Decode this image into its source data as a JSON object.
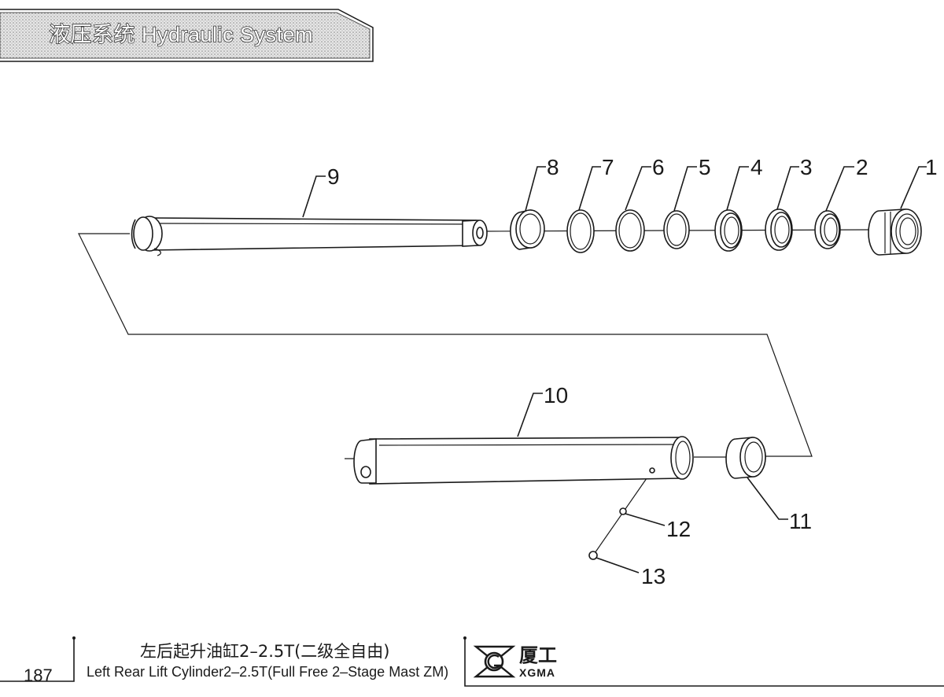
{
  "header": {
    "title": "液压系统  Hydraulic System"
  },
  "parts": [
    {
      "no": "1"
    },
    {
      "no": "2"
    },
    {
      "no": "3"
    },
    {
      "no": "4"
    },
    {
      "no": "5"
    },
    {
      "no": "6"
    },
    {
      "no": "7"
    },
    {
      "no": "8"
    },
    {
      "no": "9"
    },
    {
      "no": "10"
    },
    {
      "no": "11"
    },
    {
      "no": "12"
    },
    {
      "no": "13"
    }
  ],
  "footer": {
    "page_number": "187",
    "title_cn": "左后起升油缸2–2.5T(二级全自由)",
    "title_en": "Left Rear Lift Cylinder2–2.5T(Full Free 2–Stage Mast ZM)",
    "logo_cn": "厦工",
    "logo_en": "XGMA"
  }
}
